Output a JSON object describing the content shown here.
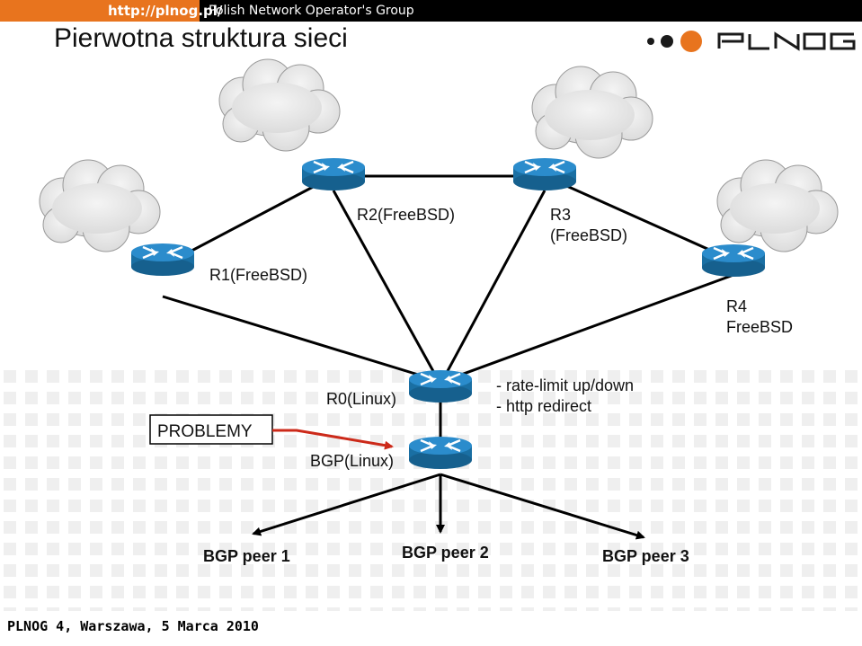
{
  "header": {
    "url": "http://plnog.pl/",
    "org": "Polish Network Operator's Group"
  },
  "title": "Pierwotna struktura sieci",
  "logo_text": "PLNOG",
  "colors": {
    "accent": "#e8741e",
    "router": "#1f7fb8",
    "problem_arrow": "#cc2a1a"
  },
  "nodes": {
    "r1": "R1(FreeBSD)",
    "r2": "R2(FreeBSD)",
    "r3_line1": "R3",
    "r3_line2": "(FreeBSD)",
    "r4_line1": "R4",
    "r4_line2": "FreeBSD",
    "r0": "R0(Linux)",
    "bgp": "BGP(Linux)"
  },
  "notes": [
    "- rate-limit up/down",
    "- http redirect"
  ],
  "problem_label": "PROBLEMY",
  "peers": [
    "BGP peer 1",
    "BGP peer 2",
    "BGP peer 3"
  ],
  "footer": "PLNOG 4, Warszawa, 5 Marca 2010"
}
